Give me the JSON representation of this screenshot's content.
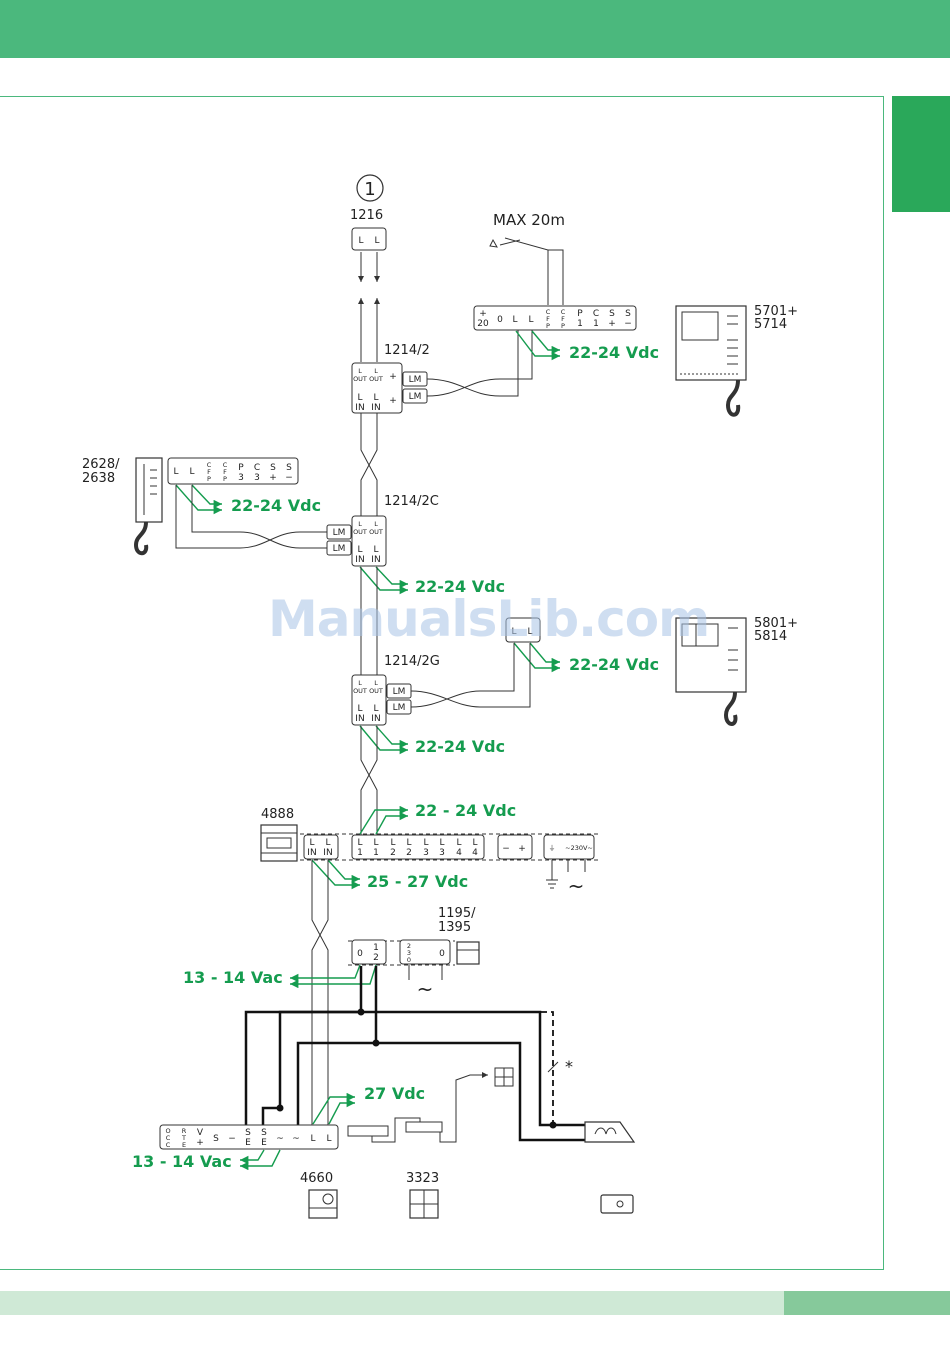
{
  "circle_label": "1",
  "devices": {
    "d1216": "1216",
    "d1214_2": "1214/2",
    "d1214_2c": "1214/2C",
    "d1214_2g": "1214/2G",
    "d5701_a": "5701+",
    "d5701_b": "5714",
    "d5801_a": "5801+",
    "d5801_b": "5814",
    "d2628_a": "2628/",
    "d2628_b": "2638",
    "d4888": "4888",
    "d1195_a": "1195/",
    "d1195_b": "1395",
    "d4660": "4660",
    "d3323": "3323"
  },
  "max_distance": "MAX 20m",
  "voltages": {
    "v22_monitor1": "22-24 Vdc",
    "v22_handset": "22-24 Vdc",
    "v22_2c": "22-24 Vdc",
    "v22_monitor2": "22-24 Vdc",
    "v22_2g": "22-24 Vdc",
    "v22_psu": "22 - 24 Vdc",
    "v25": "25 - 27 Vdc",
    "v13_a": "13 - 14 Vac",
    "v13_b": "13 - 14 Vac",
    "v27": "27 Vdc"
  },
  "star": "*",
  "watermark": "ManualsLib.com",
  "colors": {
    "green_band": "#4bb87d",
    "tab": "#2aa85a",
    "voltage_text": "#159c4f"
  }
}
